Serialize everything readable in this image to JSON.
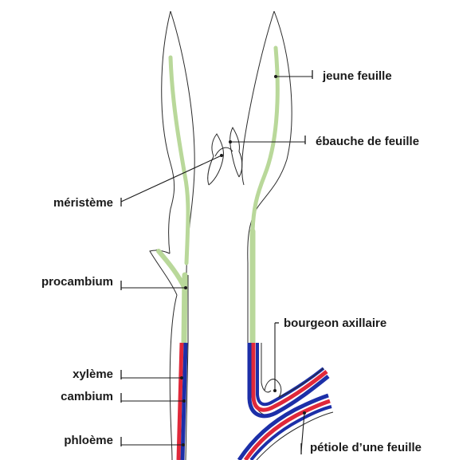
{
  "labels": {
    "jeune_feuille": "jeune feuille",
    "ebauche_de_feuille": "ébauche de feuille",
    "meristeme": "méristème",
    "procambium": "procambium",
    "bourgeon_axillaire": "bourgeon axillaire",
    "xyleme": "xylème",
    "cambium": "cambium",
    "phloeme": "phloème",
    "petiole": "pétiole d’une feuille"
  },
  "colors": {
    "procambium_green": "#b9d89a",
    "xylem_red": "#e0283a",
    "phloem_blue": "#1c2fa8",
    "outline": "#2a2a2a",
    "label_text": "#1a1a1a",
    "background": "#ffffff"
  }
}
